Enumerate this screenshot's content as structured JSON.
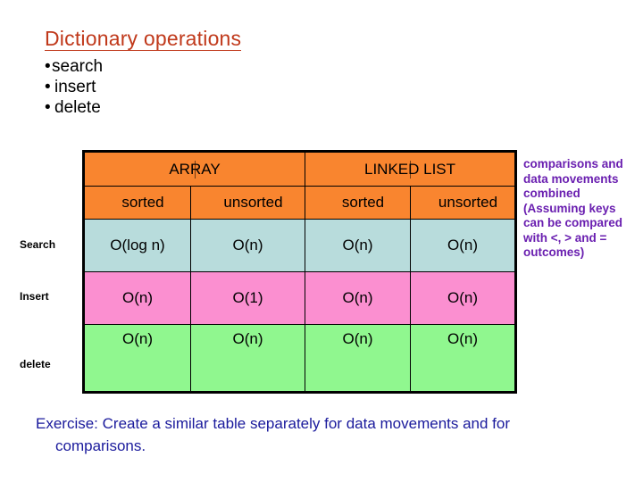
{
  "slide": {
    "title": "Dictionary operations",
    "bullets": [
      {
        "marker": "•",
        "label": "search",
        "tight": true
      },
      {
        "marker": "•",
        "label": "insert",
        "tight": false
      },
      {
        "marker": "•",
        "label": "delete",
        "tight": false
      }
    ]
  },
  "table": {
    "group_headers": [
      {
        "label": "ARRAY",
        "span": 2
      },
      {
        "label": "LINKED LIST",
        "span": 2
      }
    ],
    "sub_headers": [
      "sorted",
      "unsorted",
      "sorted",
      "unsorted"
    ],
    "row_labels": [
      "Search",
      "Insert",
      "delete"
    ],
    "rows": [
      {
        "label": "Search",
        "values": [
          "O(log n)",
          "O(n)",
          "O(n)",
          "O(n)"
        ]
      },
      {
        "label": "Insert",
        "values": [
          "O(n)",
          "O(1)",
          "O(n)",
          "O(n)"
        ]
      },
      {
        "label": "delete",
        "values": [
          "O(n)",
          "O(n)",
          "O(n)",
          "O(n)"
        ]
      }
    ]
  },
  "side_note": {
    "text": "comparisons and data movements  combined (Assuming keys can be compared with <, > and = outcomes)"
  },
  "exercise": {
    "line1": "Exercise: Create a similar table separately for data movements and for",
    "line2": "comparisons."
  },
  "colors": {
    "title": "#C0391B",
    "header_orange": "#F9852F",
    "row_search": "#B8DCDC",
    "row_insert": "#FB8FD0",
    "row_delete": "#90F78F",
    "side_note_purple": "#6A1FB0",
    "exercise_blue": "#1A1A9C",
    "border": "#000000"
  }
}
